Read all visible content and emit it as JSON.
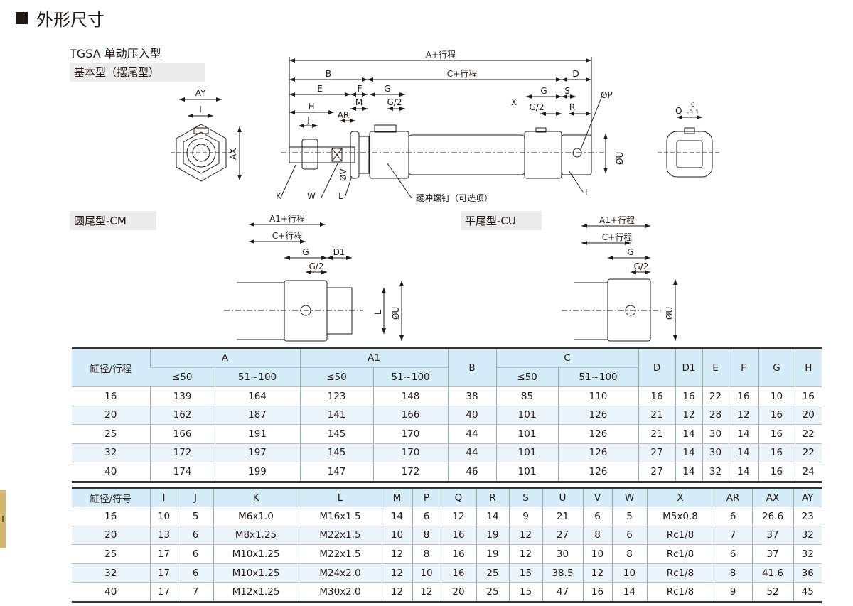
{
  "header": {
    "title": "外形尺寸",
    "model": "TGSA 单动压入型",
    "basic": "基本型（摆尾型）",
    "cm": "圆尾型-CM",
    "cu": "平尾型-CU",
    "side_tab": "I"
  },
  "drawing": {
    "A_stroke": "A+行程",
    "B": "B",
    "C_stroke": "C+行程",
    "D": "D",
    "E": "E",
    "F": "F",
    "G": "G",
    "G2": "G/2",
    "S": "S",
    "R": "R",
    "P": "ØP",
    "X": "X",
    "H": "H",
    "M": "M",
    "AR": "AR",
    "J": "J",
    "K": "K",
    "W": "W",
    "L": "L",
    "V": "ØV",
    "U": "ØU",
    "cushion": "缓冲螺钉（可选项）",
    "AY": "AY",
    "I": "I",
    "AX": "AX",
    "Q": "Q",
    "Q_tol_up": "0",
    "Q_tol_low": "-0.1",
    "A1_stroke": "A1+行程",
    "D1": "D1"
  },
  "table1": {
    "h_bore": "缸径/行程",
    "h_A": "A",
    "h_A1": "A1",
    "h_B": "B",
    "h_C": "C",
    "h_le50": "≤50",
    "h_51": "51~100",
    "h_D": "D",
    "h_D1": "D1",
    "h_E": "E",
    "h_F": "F",
    "h_G": "G",
    "h_H": "H",
    "rows": [
      [
        "16",
        "139",
        "164",
        "123",
        "148",
        "38",
        "85",
        "110",
        "16",
        "16",
        "22",
        "16",
        "10",
        "16"
      ],
      [
        "20",
        "162",
        "187",
        "141",
        "166",
        "40",
        "101",
        "126",
        "21",
        "12",
        "28",
        "12",
        "16",
        "20"
      ],
      [
        "25",
        "166",
        "191",
        "145",
        "170",
        "44",
        "101",
        "126",
        "21",
        "14",
        "30",
        "14",
        "16",
        "22"
      ],
      [
        "32",
        "172",
        "197",
        "145",
        "170",
        "44",
        "101",
        "126",
        "27",
        "14",
        "30",
        "14",
        "16",
        "22"
      ],
      [
        "40",
        "174",
        "199",
        "147",
        "172",
        "46",
        "101",
        "126",
        "27",
        "14",
        "32",
        "14",
        "16",
        "24"
      ]
    ]
  },
  "table2": {
    "headers": [
      "缸径/符号",
      "I",
      "J",
      "K",
      "L",
      "M",
      "P",
      "Q",
      "R",
      "S",
      "U",
      "V",
      "W",
      "X",
      "AR",
      "AX",
      "AY"
    ],
    "rows": [
      [
        "16",
        "10",
        "5",
        "M6x1.0",
        "M16x1.5",
        "14",
        "6",
        "12",
        "14",
        "9",
        "21",
        "6",
        "5",
        "M5x0.8",
        "6",
        "26.6",
        "23"
      ],
      [
        "20",
        "13",
        "6",
        "M8x1.25",
        "M22x1.5",
        "10",
        "8",
        "16",
        "19",
        "12",
        "27",
        "8",
        "6",
        "Rc1/8",
        "7",
        "37",
        "32"
      ],
      [
        "25",
        "17",
        "6",
        "M10x1.25",
        "M22x1.5",
        "12",
        "8",
        "16",
        "19",
        "12",
        "30",
        "10",
        "8",
        "Rc1/8",
        "6",
        "37",
        "32"
      ],
      [
        "32",
        "17",
        "6",
        "M10x1.25",
        "M24x2.0",
        "12",
        "10",
        "16",
        "25",
        "15",
        "38.5",
        "12",
        "10",
        "Rc1/8",
        "8",
        "41.6",
        "36"
      ],
      [
        "40",
        "17",
        "7",
        "M12x1.25",
        "M30x2.0",
        "12",
        "12",
        "20",
        "25",
        "15",
        "47",
        "16",
        "14",
        "Rc1/8",
        "9",
        "52",
        "45"
      ]
    ]
  }
}
